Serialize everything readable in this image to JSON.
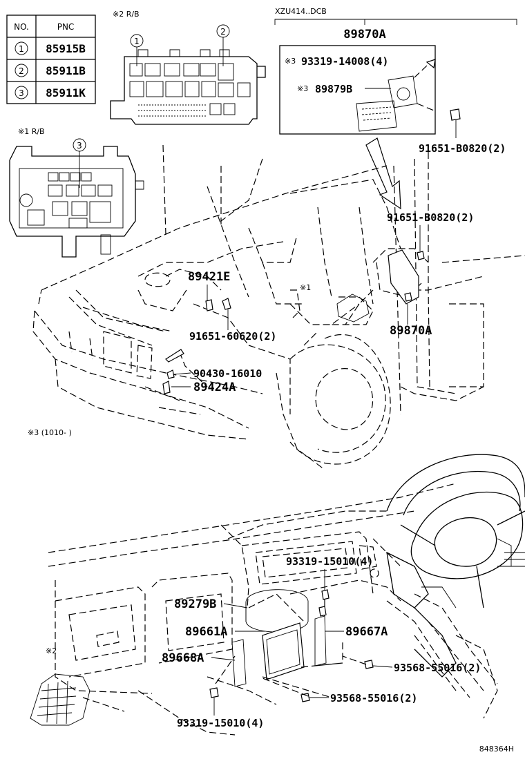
{
  "table": {
    "headers": [
      "NO.",
      "PNC"
    ],
    "rows": [
      {
        "no": "1",
        "pnc": "85915B"
      },
      {
        "no": "2",
        "pnc": "85911B"
      },
      {
        "no": "3",
        "pnc": "85911K"
      }
    ]
  },
  "notes": {
    "rb2": "※2 R/B",
    "rb1": "※1 R/B",
    "dcb": "XZU414..DCB",
    "mark1": "※1",
    "mark2": "※2",
    "mark3_range": "※3 (1010-      )",
    "mark3a": "※3",
    "mark3b": "※3"
  },
  "callouts": {
    "c1": "1",
    "c2": "2",
    "c3": "3"
  },
  "parts": {
    "p89870A_top": "89870A",
    "p93319_14008": "93319-14008(4)",
    "p89879B": "89879B",
    "p91651_B0820_a": "91651-B0820(2)",
    "p91651_B0820_b": "91651-B0820(2)",
    "p89421E": "89421E",
    "p91651_60620": "91651-60620(2)",
    "p89870A_mid": "89870A",
    "p90430_16010": "90430-16010",
    "p89424A": "89424A",
    "p93319_15010_a": "93319-15010(4)",
    "p89279B": "89279B",
    "p89661A": "89661A",
    "p89667A": "89667A",
    "p89668A": "89668A",
    "p93568_55016_a": "93568-55016(2)",
    "p93568_55016_b": "93568-55016(2)",
    "p93319_15010_b": "93319-15010(4)"
  },
  "figure_id": "848364H"
}
